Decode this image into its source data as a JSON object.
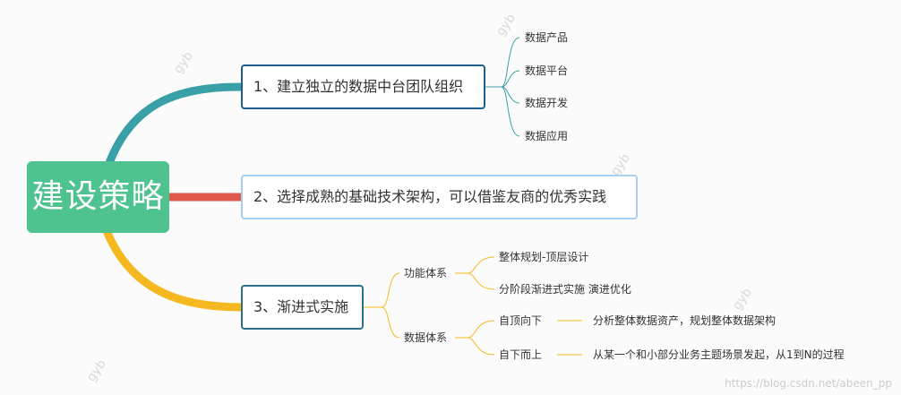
{
  "root": {
    "label": "建设策略",
    "color": "#4ec38f"
  },
  "branches": [
    {
      "label": "1、建立独立的数据中台团队组织",
      "connector_color": "#38a0a6",
      "children": [
        "数据产品",
        "数据平台",
        "数据开发",
        "数据应用"
      ]
    },
    {
      "label": "2、选择成熟的基础技术架构，可以借鉴友商的优秀实践",
      "connector_color": "#e0594a"
    },
    {
      "label": "3、渐进式实施",
      "connector_color": "#f6b820",
      "groups": [
        {
          "label": "功能体系",
          "children": [
            "整体规划-顶层设计",
            "分阶段渐进式实施 演进优化"
          ]
        },
        {
          "label": "数据体系",
          "children": [
            {
              "label": "自顶向下",
              "detail": "分析整体数据资产，规划整体数据架构"
            },
            {
              "label": "自下而上",
              "detail": "从某一个和小部分业务主题场景发起，从1到N的过程"
            }
          ]
        }
      ]
    }
  ],
  "watermark": {
    "text": "gyb",
    "url": "https://blog.csdn.net/abeen_pp"
  }
}
